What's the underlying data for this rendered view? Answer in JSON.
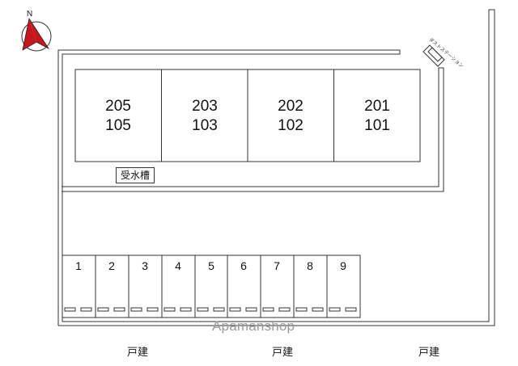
{
  "compass": {
    "label": "N",
    "icon": "north-arrow-icon"
  },
  "buildings": [
    {
      "upper": "205",
      "lower": "105"
    },
    {
      "upper": "203",
      "lower": "103"
    },
    {
      "upper": "202",
      "lower": "102"
    },
    {
      "upper": "201",
      "lower": "101"
    }
  ],
  "water_tank": {
    "label": "受水槽"
  },
  "trash_station": {
    "label": "ダストステーション",
    "icon": "trash-station-icon"
  },
  "parking": {
    "slots": [
      "1",
      "2",
      "3",
      "4",
      "5",
      "6",
      "7",
      "8",
      "9"
    ]
  },
  "neighbors": [
    "戸建",
    "戸建",
    "戸建"
  ],
  "watermark": "Apamanshop",
  "colors": {
    "line": "#333333",
    "watermark": "#9a9a9a",
    "compass_red": "#c8161d"
  }
}
